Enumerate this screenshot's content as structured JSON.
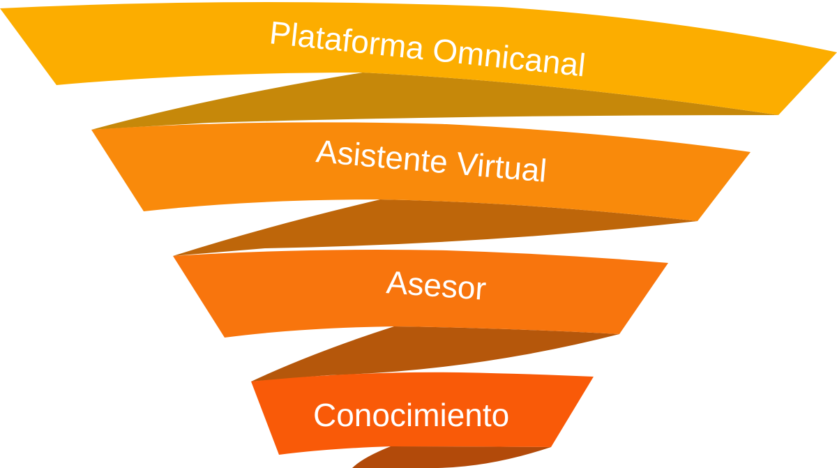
{
  "diagram": {
    "type": "funnel",
    "levels": [
      {
        "label": "Plataforma Omnicanal",
        "color": "#FCAD00"
      },
      {
        "label": "Asistente Virtual",
        "color": "#F98A0B"
      },
      {
        "label": "Asesor",
        "color": "#F8750D"
      },
      {
        "label": "Conocimiento",
        "color": "#F95A08"
      }
    ],
    "connector_colors": [
      "#C6880A",
      "#BE660A",
      "#B5570B",
      "#B24A0A",
      "#A8440A"
    ]
  }
}
